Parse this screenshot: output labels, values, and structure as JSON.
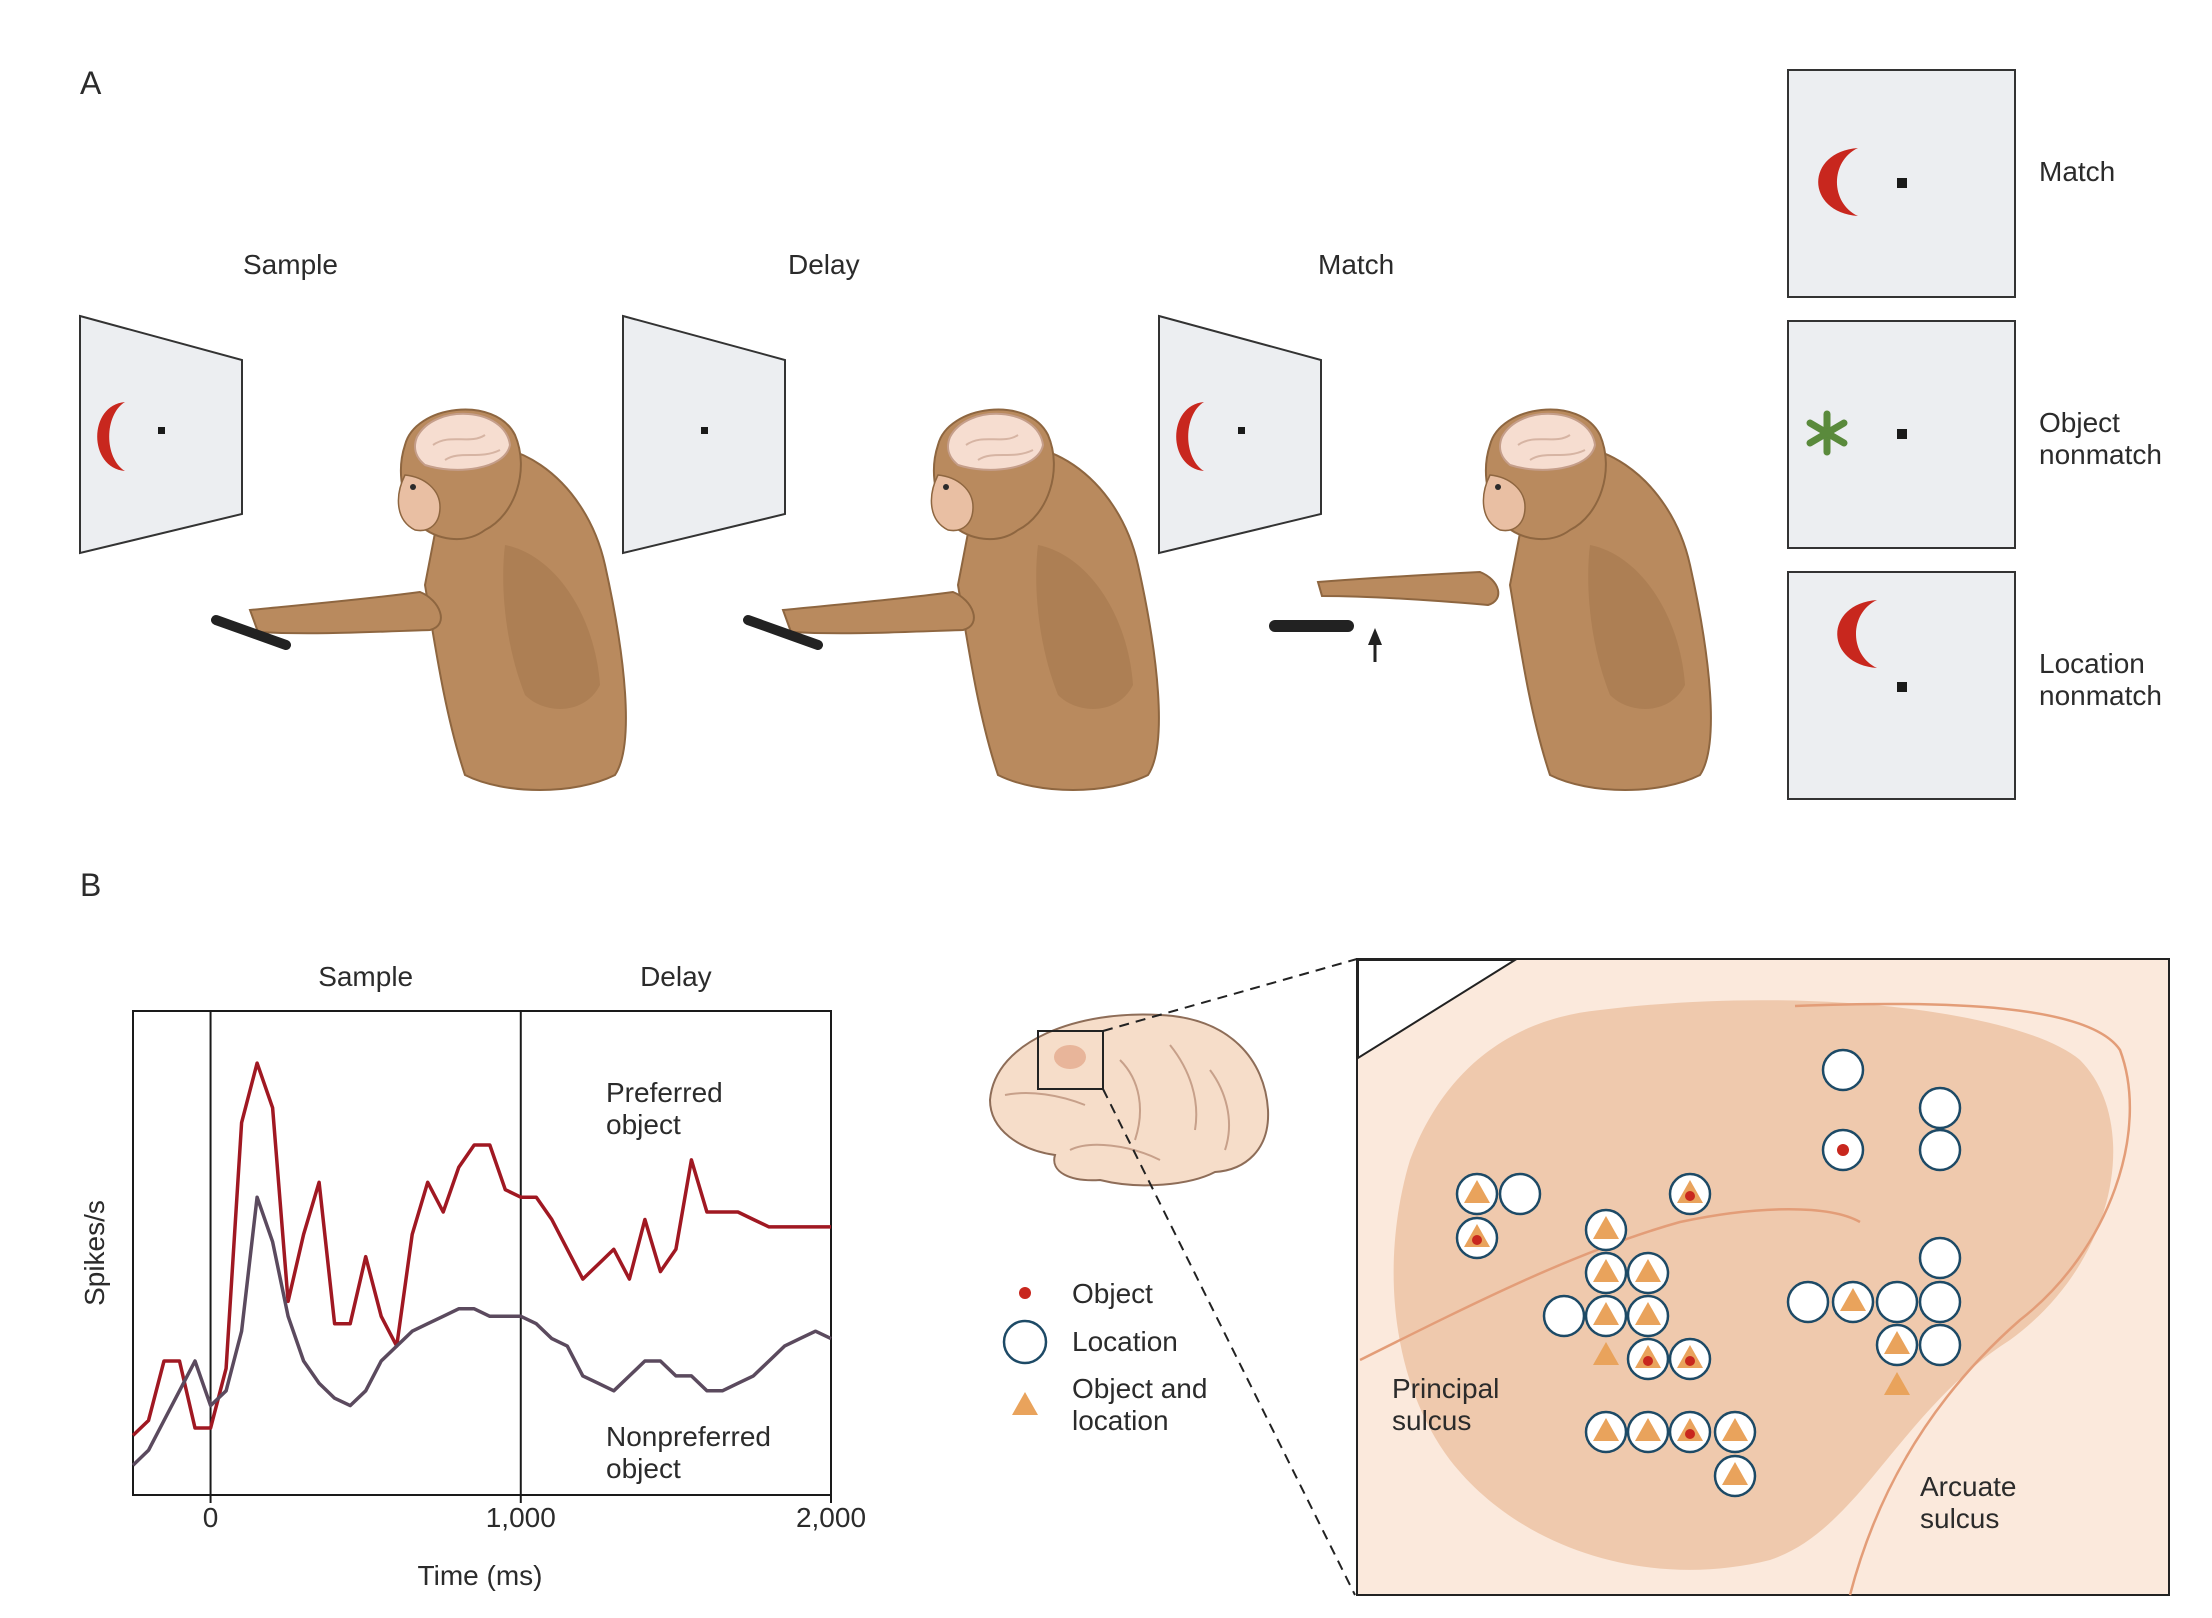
{
  "panels": {
    "a": "A",
    "b": "B"
  },
  "task": {
    "phases": [
      "Sample",
      "Delay",
      "Match"
    ],
    "conditions": [
      "Match",
      "Object\nnonmatch",
      "Location\nnonmatch"
    ]
  },
  "colors": {
    "crescent": "#c8271e",
    "star": "#5a8a3c",
    "screen": "#eceef1",
    "preferred": "#a01822",
    "nonpreferred": "#5b4a5e",
    "fur": "#b98a5e",
    "field": "#efc9ad",
    "field_bg": "#fbe9dc",
    "dot": "#c8271e",
    "triangle": "#e9a35c",
    "circle_stroke": "#1d4a66"
  },
  "chart_data": {
    "type": "line",
    "title": "",
    "xlabel": "Time (ms)",
    "ylabel": "Spikes/s",
    "xlim": [
      -250,
      2000
    ],
    "xticks": [
      "0",
      "1,000",
      "2,000"
    ],
    "epochs": [
      "Sample",
      "Delay"
    ],
    "series": [
      {
        "name": "Preferred\nobject",
        "x": [
          -250,
          -200,
          -150,
          -100,
          -50,
          0,
          50,
          100,
          150,
          200,
          250,
          300,
          350,
          400,
          450,
          500,
          550,
          600,
          650,
          700,
          750,
          800,
          850,
          900,
          950,
          1000,
          1050,
          1100,
          1150,
          1200,
          1250,
          1300,
          1350,
          1400,
          1450,
          1500,
          1550,
          1600,
          1650,
          1700,
          1750,
          1800,
          1850,
          1900,
          1950,
          2000
        ],
        "y": [
          8,
          10,
          18,
          18,
          9,
          9,
          17,
          50,
          58,
          52,
          26,
          35,
          42,
          23,
          23,
          32,
          24,
          20,
          35,
          42,
          38,
          44,
          47,
          47,
          41,
          40,
          40,
          37,
          33,
          29,
          31,
          33,
          29,
          37,
          30,
          33,
          45,
          38,
          38,
          38,
          37,
          36,
          36,
          36,
          36,
          36
        ]
      },
      {
        "name": "Nonpreferred\nobject",
        "x": [
          -250,
          -200,
          -150,
          -100,
          -50,
          0,
          50,
          100,
          150,
          200,
          250,
          300,
          350,
          400,
          450,
          500,
          550,
          600,
          650,
          700,
          750,
          800,
          850,
          900,
          950,
          1000,
          1050,
          1100,
          1150,
          1200,
          1250,
          1300,
          1350,
          1400,
          1450,
          1500,
          1550,
          1600,
          1650,
          1700,
          1750,
          1800,
          1850,
          1900,
          1950,
          2000
        ],
        "y": [
          4,
          6,
          10,
          14,
          18,
          12,
          14,
          22,
          40,
          34,
          24,
          18,
          15,
          13,
          12,
          14,
          18,
          20,
          22,
          23,
          24,
          25,
          25,
          24,
          24,
          24,
          23,
          21,
          20,
          16,
          15,
          14,
          16,
          18,
          18,
          16,
          16,
          14,
          14,
          15,
          16,
          18,
          20,
          21,
          22,
          21
        ]
      }
    ]
  },
  "map": {
    "legend": [
      "Object",
      "Location",
      "Object and\nlocation"
    ],
    "sulci": [
      "Principal\nsulcus",
      "Arcuate\nsulcus"
    ]
  }
}
